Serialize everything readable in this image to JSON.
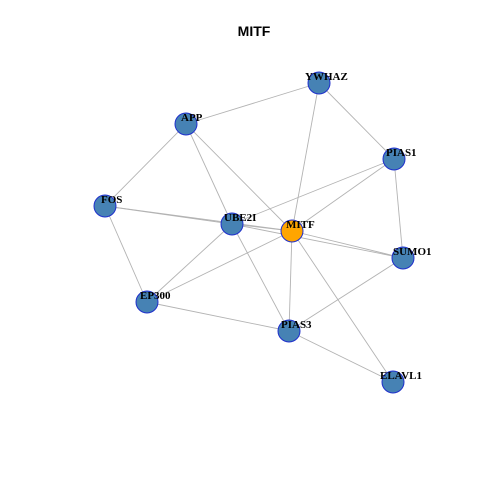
{
  "title": "MITF",
  "colors": {
    "edge": "#b3b3b3",
    "node_fill": "#4682b4",
    "node_stroke": "#1f2fcc",
    "hub_fill": "#ffa500",
    "label": "#000000",
    "title": "#000000",
    "background": "#ffffff"
  },
  "nodes": [
    {
      "id": "MITF",
      "label": "MITF",
      "hub": true
    },
    {
      "id": "YWHAZ",
      "label": "YWHAZ",
      "hub": false
    },
    {
      "id": "APP",
      "label": "APP",
      "hub": false
    },
    {
      "id": "PIAS1",
      "label": "PIAS1",
      "hub": false
    },
    {
      "id": "FOS",
      "label": "FOS",
      "hub": false
    },
    {
      "id": "UBE2I",
      "label": "UBE2I",
      "hub": false
    },
    {
      "id": "SUMO1",
      "label": "SUMO1",
      "hub": false
    },
    {
      "id": "EP300",
      "label": "EP300",
      "hub": false
    },
    {
      "id": "PIAS3",
      "label": "PIAS3",
      "hub": false
    },
    {
      "id": "ELAVL1",
      "label": "ELAVL1",
      "hub": false
    }
  ],
  "edges": [
    [
      "APP",
      "YWHAZ"
    ],
    [
      "YWHAZ",
      "PIAS1"
    ],
    [
      "YWHAZ",
      "MITF"
    ],
    [
      "APP",
      "FOS"
    ],
    [
      "APP",
      "UBE2I"
    ],
    [
      "APP",
      "MITF"
    ],
    [
      "PIAS1",
      "UBE2I"
    ],
    [
      "PIAS1",
      "MITF"
    ],
    [
      "PIAS1",
      "SUMO1"
    ],
    [
      "FOS",
      "UBE2I"
    ],
    [
      "FOS",
      "MITF"
    ],
    [
      "FOS",
      "EP300"
    ],
    [
      "UBE2I",
      "MITF"
    ],
    [
      "UBE2I",
      "SUMO1"
    ],
    [
      "UBE2I",
      "EP300"
    ],
    [
      "UBE2I",
      "PIAS3"
    ],
    [
      "MITF",
      "SUMO1"
    ],
    [
      "MITF",
      "EP300"
    ],
    [
      "MITF",
      "PIAS3"
    ],
    [
      "MITF",
      "ELAVL1"
    ],
    [
      "SUMO1",
      "PIAS3"
    ],
    [
      "EP300",
      "PIAS3"
    ],
    [
      "PIAS3",
      "ELAVL1"
    ]
  ]
}
